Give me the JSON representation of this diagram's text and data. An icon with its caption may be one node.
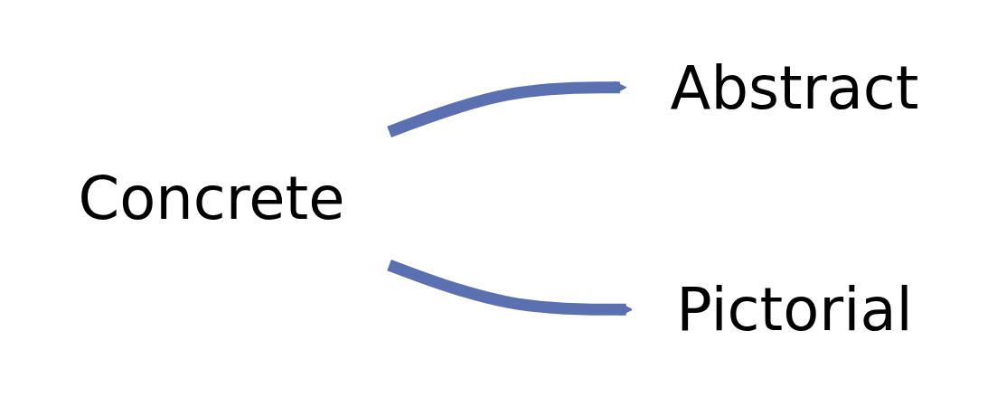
{
  "diagram": {
    "nodes": [
      {
        "text": [
          "Concrete"
        ]
      },
      {
        "text": [
          "Pictorial"
        ]
      },
      {
        "text": [
          "Abstract"
        ]
      }
    ],
    "edges": [
      {
        "from": 0,
        "to": 2,
        "arrow": "to",
        "color": "#5b70b0"
      },
      {
        "from": 0,
        "to": 1,
        "arrow": "to",
        "color": "#5b70b0"
      }
    ]
  }
}
